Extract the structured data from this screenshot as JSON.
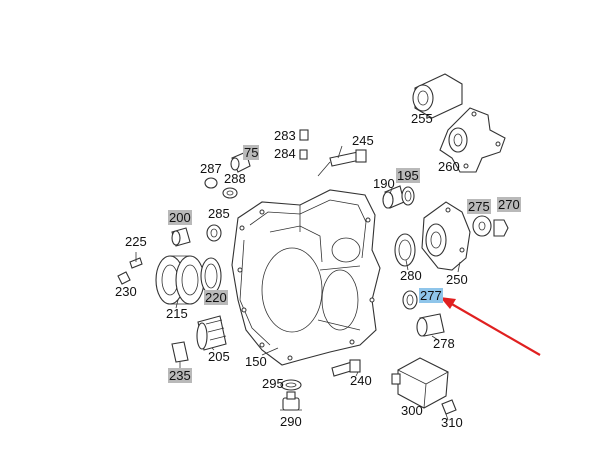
{
  "parts": [
    {
      "id": "p255",
      "label": "255",
      "style": "plain"
    },
    {
      "id": "p260",
      "label": "260",
      "style": "plain"
    },
    {
      "id": "p283",
      "label": "283",
      "style": "plain"
    },
    {
      "id": "p284",
      "label": "284",
      "style": "plain"
    },
    {
      "id": "p245",
      "label": "245",
      "style": "plain"
    },
    {
      "id": "p75",
      "label": "75",
      "style": "grey"
    },
    {
      "id": "p287",
      "label": "287",
      "style": "plain"
    },
    {
      "id": "p288",
      "label": "288",
      "style": "plain"
    },
    {
      "id": "p190",
      "label": "190",
      "style": "plain"
    },
    {
      "id": "p195",
      "label": "195",
      "style": "grey"
    },
    {
      "id": "p275",
      "label": "275",
      "style": "grey"
    },
    {
      "id": "p270",
      "label": "270",
      "style": "grey"
    },
    {
      "id": "p200",
      "label": "200",
      "style": "grey"
    },
    {
      "id": "p285",
      "label": "285",
      "style": "plain"
    },
    {
      "id": "p225",
      "label": "225",
      "style": "plain"
    },
    {
      "id": "p230",
      "label": "230",
      "style": "plain"
    },
    {
      "id": "p220",
      "label": "220",
      "style": "grey"
    },
    {
      "id": "p215",
      "label": "215",
      "style": "plain"
    },
    {
      "id": "p280",
      "label": "280",
      "style": "plain"
    },
    {
      "id": "p250",
      "label": "250",
      "style": "plain"
    },
    {
      "id": "p277",
      "label": "277",
      "style": "highlight"
    },
    {
      "id": "p278",
      "label": "278",
      "style": "plain"
    },
    {
      "id": "p205",
      "label": "205",
      "style": "plain"
    },
    {
      "id": "p150",
      "label": "150",
      "style": "plain"
    },
    {
      "id": "p235",
      "label": "235",
      "style": "grey"
    },
    {
      "id": "p240",
      "label": "240",
      "style": "plain"
    },
    {
      "id": "p295",
      "label": "295",
      "style": "plain"
    },
    {
      "id": "p290",
      "label": "290",
      "style": "plain"
    },
    {
      "id": "p300",
      "label": "300",
      "style": "plain"
    },
    {
      "id": "p310",
      "label": "310",
      "style": "plain"
    }
  ],
  "colors": {
    "grey_tag": "#b9b9b9",
    "highlight_tag": "#8fc5ea",
    "arrow": "#e02020",
    "line": "#333333"
  }
}
